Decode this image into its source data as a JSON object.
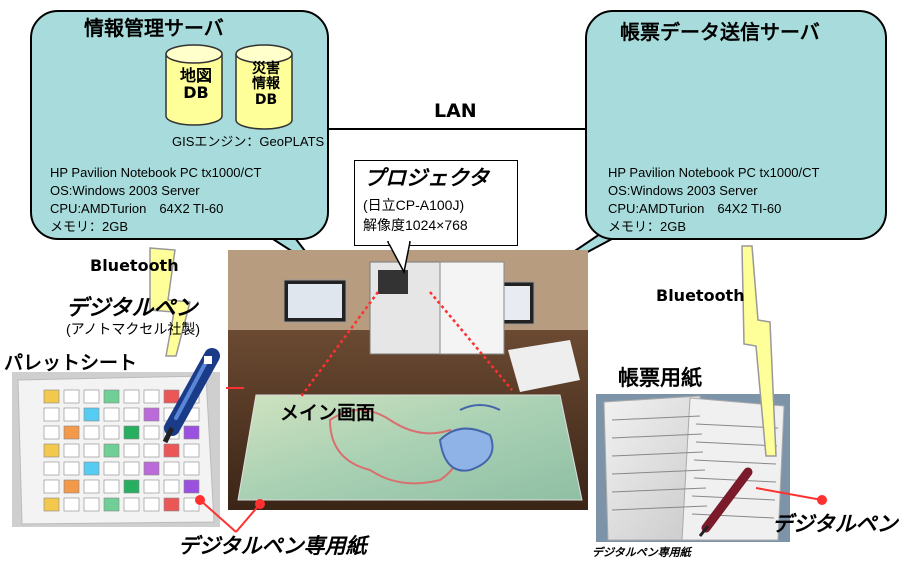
{
  "info_server": {
    "title": "情報管理サーバ",
    "db_map": [
      "地図",
      "DB"
    ],
    "db_disaster": [
      "災害",
      "情報",
      "DB"
    ],
    "gis": "GISエンジン：GeoPLATS",
    "specs": [
      "HP Pavilion Notebook PC tx1000/CT",
      "OS:Windows 2003 Server",
      "CPU:AMDTurion　64X2 TI-60",
      "メモリ：2GB"
    ]
  },
  "form_server": {
    "title": "帳票データ送信サーバ",
    "specs": [
      "HP Pavilion Notebook PC tx1000/CT",
      "OS:Windows 2003 Server",
      "CPU:AMDTurion　64X2 TI-60",
      "メモリ：2GB"
    ]
  },
  "lan_label": "LAN",
  "projector": {
    "title": "プロジェクタ",
    "model": "(日立CP-A100J)",
    "resolution": "解像度1024×768"
  },
  "bluetooth_left": "Bluetooth",
  "bluetooth_right": "Bluetooth",
  "digital_pen": "デジタルペン",
  "pen_maker": "(アノトマクセル社製)",
  "palette_sheet": "パレットシート",
  "main_screen": "メイン画面",
  "form_paper": "帳票用紙",
  "digital_pen_right": "デジタルペン",
  "pen_paper_main": "デジタルペン専用紙",
  "pen_paper_small": "デジタルペン専用紙"
}
